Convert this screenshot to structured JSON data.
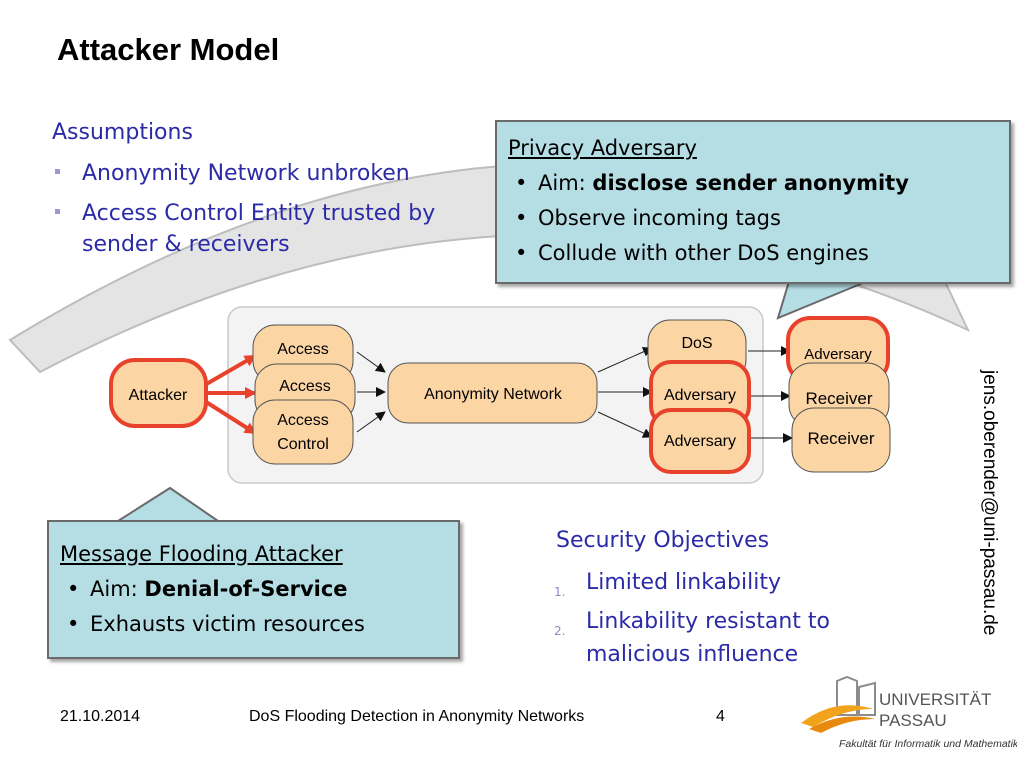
{
  "title": "Attacker Model",
  "assumptions": {
    "heading": "Assumptions",
    "items": [
      "Anonymity Network unbroken",
      "Access Control Entity trusted by sender & receivers"
    ]
  },
  "privacy_adversary": {
    "title": "Privacy Adversary",
    "aim_prefix": "Aim: ",
    "aim_value": "disclose sender anonymity",
    "items": [
      "Observe incoming tags",
      "Collude with other DoS engines"
    ]
  },
  "message_flooding": {
    "title": "Message Flooding Attacker",
    "aim_prefix": "Aim: ",
    "aim_value": "Denial-of-Service",
    "items": [
      "Exhausts victim resources"
    ]
  },
  "security_objectives": {
    "heading": "Security Objectives",
    "items": [
      {
        "num": "1.",
        "text": "Limited linkability"
      },
      {
        "num": "2.",
        "text": "Linkability resistant to malicious influence"
      }
    ]
  },
  "diagram": {
    "attacker": "Attacker",
    "access_1": "Access",
    "access_2": "Access",
    "access_3_line1": "Access",
    "access_3_line2": "Control",
    "anonymity_network": "Anonymity Network",
    "dos_line1": "DoS",
    "adversary_1": "Adversary",
    "adversary_2": "Adversary",
    "adversary_3": "Adversary",
    "receiver_1": "Receiver",
    "receiver_2": "Receiver"
  },
  "email": "jens.oberender@uni-passau.de",
  "footer": {
    "date": "21.10.2014",
    "title": "DoS Flooding Detection in Anonymity Networks",
    "page": "4"
  },
  "logo": {
    "name_line1": "UNIVERSITÄT",
    "name_line2": "PASSAU",
    "tagline": "Fakultät für Informatik und Mathematik"
  },
  "colors": {
    "text_blue": "#2b2ba8",
    "callout_fill": "#b5dde4",
    "node_fill": "#fcd5a4",
    "attack_red": "#e8412c"
  }
}
